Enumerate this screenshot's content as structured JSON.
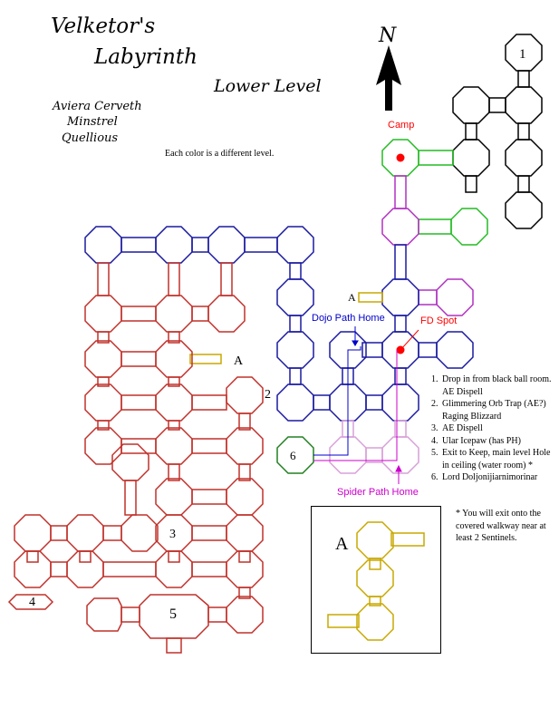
{
  "title_line1": "Velketor's",
  "title_line2": "Labyrinth",
  "subtitle": "Lower Level",
  "authors": [
    "Aviera Cerveth",
    "Minstrel",
    "Quellious"
  ],
  "note": "Each color is a different level.",
  "compass_label": "N",
  "markers": {
    "camp": "Camp",
    "fd_spot": "FD Spot",
    "dojo_path": "Dojo Path Home",
    "spider_path": "Spider Path Home",
    "a_label": "A",
    "inset_label": "A"
  },
  "room_numbers": [
    "1",
    "2",
    "3",
    "4",
    "5",
    "6"
  ],
  "legend": [
    "Drop in from black ball room.  AE Dispell",
    "Glimmering Orb Trap (AE?) Raging Blizzard",
    "AE Dispell",
    "Ular Icepaw (has PH)",
    "Exit to Keep, main level Hole in ceiling (water room) *",
    "Lord Doljonijiarnimorinar"
  ],
  "footnote": "* You will exit onto the covered walkway near at least 2 Sentinels.",
  "colors": {
    "black": "#000000",
    "blue": "#1a1aa0",
    "red": "#c0302a",
    "green": "#22bb22",
    "purple": "#b030c0",
    "pink": "#d8a0d8",
    "dark_green": "#208020",
    "yellow": "#c8a800",
    "marker_red": "#ff0000"
  }
}
